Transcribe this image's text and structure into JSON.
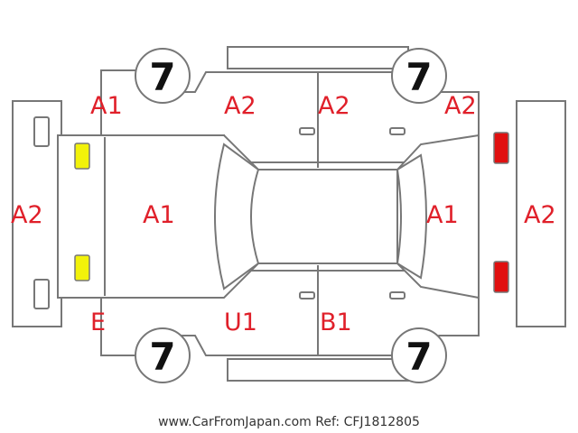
{
  "tires": {
    "front_left": "7",
    "front_right": "7",
    "rear_left": "7",
    "rear_right": "7"
  },
  "labels": {
    "front_bumper": "A2",
    "hood": "A1",
    "fender_top_left": "A1",
    "front_door_top": "A2",
    "rear_door_top": "A2",
    "rear_quarter_top": "A2",
    "tailgate": "A1",
    "rear_bumper": "A2",
    "front_fender_bottom": "E",
    "front_door_bottom": "U1",
    "rear_door_bottom": "B1"
  },
  "marker_colors": {
    "front_lamps": "#f2f20a",
    "rear_lamps": "#e01010",
    "labels": "#e0202a"
  },
  "footer": {
    "credit": "www.CarFromJapan.com Ref: CFJ1812805"
  }
}
